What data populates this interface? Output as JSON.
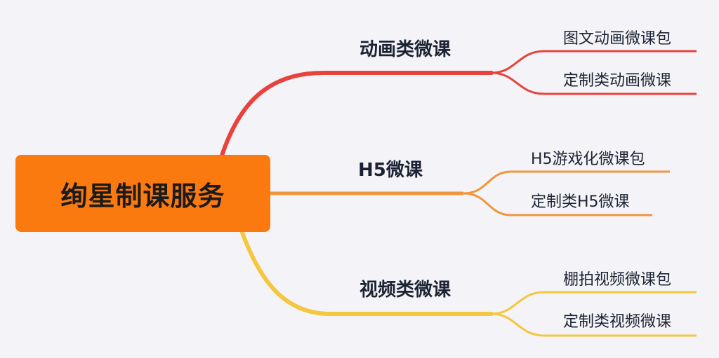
{
  "root": {
    "label": "绚星制课服务",
    "color": "#fb7a0f"
  },
  "branches": [
    {
      "label": "动画类微课",
      "color": "#e8423c",
      "leaves": [
        {
          "label": "图文动画微课包"
        },
        {
          "label": "定制类动画微课"
        }
      ]
    },
    {
      "label": "H5微课",
      "color": "#f0963c",
      "leaves": [
        {
          "label": "H5游戏化微课包"
        },
        {
          "label": "定制类H5微课"
        }
      ]
    },
    {
      "label": "视频类微课",
      "color": "#f5c63f",
      "leaves": [
        {
          "label": "棚拍视频微课包"
        },
        {
          "label": "定制类视频微课"
        }
      ]
    }
  ]
}
